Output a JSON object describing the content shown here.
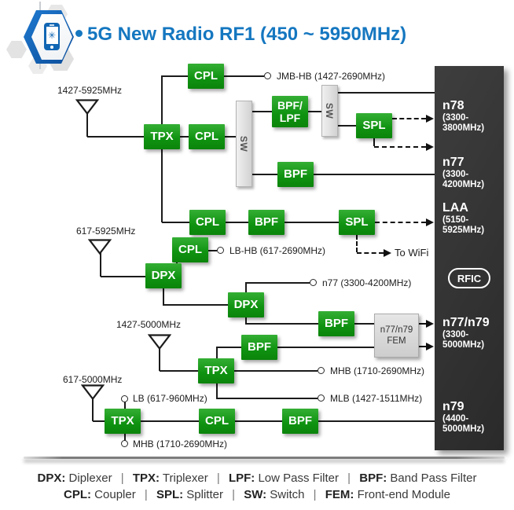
{
  "title": {
    "text": "5G New Radio RF1 (450 ~ 5950MHz)"
  },
  "modules": {
    "cpl": "CPL",
    "tpx": "TPX",
    "dpx": "DPX",
    "bpf": "BPF",
    "spl": "SPL",
    "sw": "SW",
    "bpf_lpf": {
      "line1": "BPF/",
      "line2": "LPF"
    },
    "fem": {
      "line1": "n77/n79",
      "line2": "FEM"
    }
  },
  "antennas": {
    "a1": "1427-5925MHz",
    "a2": "617-5925MHz",
    "a3": "1427-5000MHz",
    "a4": "617-5000MHz"
  },
  "terminals": {
    "jmb_hb": "JMB-HB (1427-2690MHz)",
    "lb_hb": "LB-HB (617-2690MHz)",
    "n77_tap": "n77 (3300-4200MHz)",
    "mhb_a": "MHB (1710-2690MHz)",
    "mlb": "MLB (1427-1511MHz)",
    "lb": "LB (617-960MHz)",
    "mhb_b": "MHB (1710-2690MHz)",
    "to_wifi": "To WiFi"
  },
  "panel": {
    "rfic": "RFIC",
    "bands": [
      {
        "name": "n78",
        "range1": "(3300-",
        "range2": "3800MHz)"
      },
      {
        "name": "n77",
        "range1": "(3300-",
        "range2": "4200MHz)"
      },
      {
        "name": "LAA",
        "range1": "(5150-",
        "range2": "5925MHz)"
      },
      {
        "name": "n77/n79",
        "range1": "(3300-",
        "range2": "5000MHz)"
      },
      {
        "name": "n79",
        "range1": "(4400-",
        "range2": "5000MHz)"
      }
    ]
  },
  "legend": {
    "separator": "|",
    "line1": [
      {
        "abbr": "DPX:",
        "desc": "Diplexer"
      },
      {
        "abbr": "TPX:",
        "desc": "Triplexer"
      },
      {
        "abbr": "LPF:",
        "desc": "Low Pass Filter"
      },
      {
        "abbr": "BPF:",
        "desc": "Band Pass Filter"
      }
    ],
    "line2": [
      {
        "abbr": "CPL:",
        "desc": "Coupler"
      },
      {
        "abbr": "SPL:",
        "desc": "Splitter"
      },
      {
        "abbr": "SW:",
        "desc": "Switch"
      },
      {
        "abbr": "FEM:",
        "desc": "Front-end Module"
      }
    ]
  },
  "colors": {
    "accent_blue": "#1577C0",
    "module_green": "#0F9210",
    "panel_dark": "#333333",
    "switch_gray": "#D9D9D9",
    "fem_gray": "#DCDCDC"
  }
}
